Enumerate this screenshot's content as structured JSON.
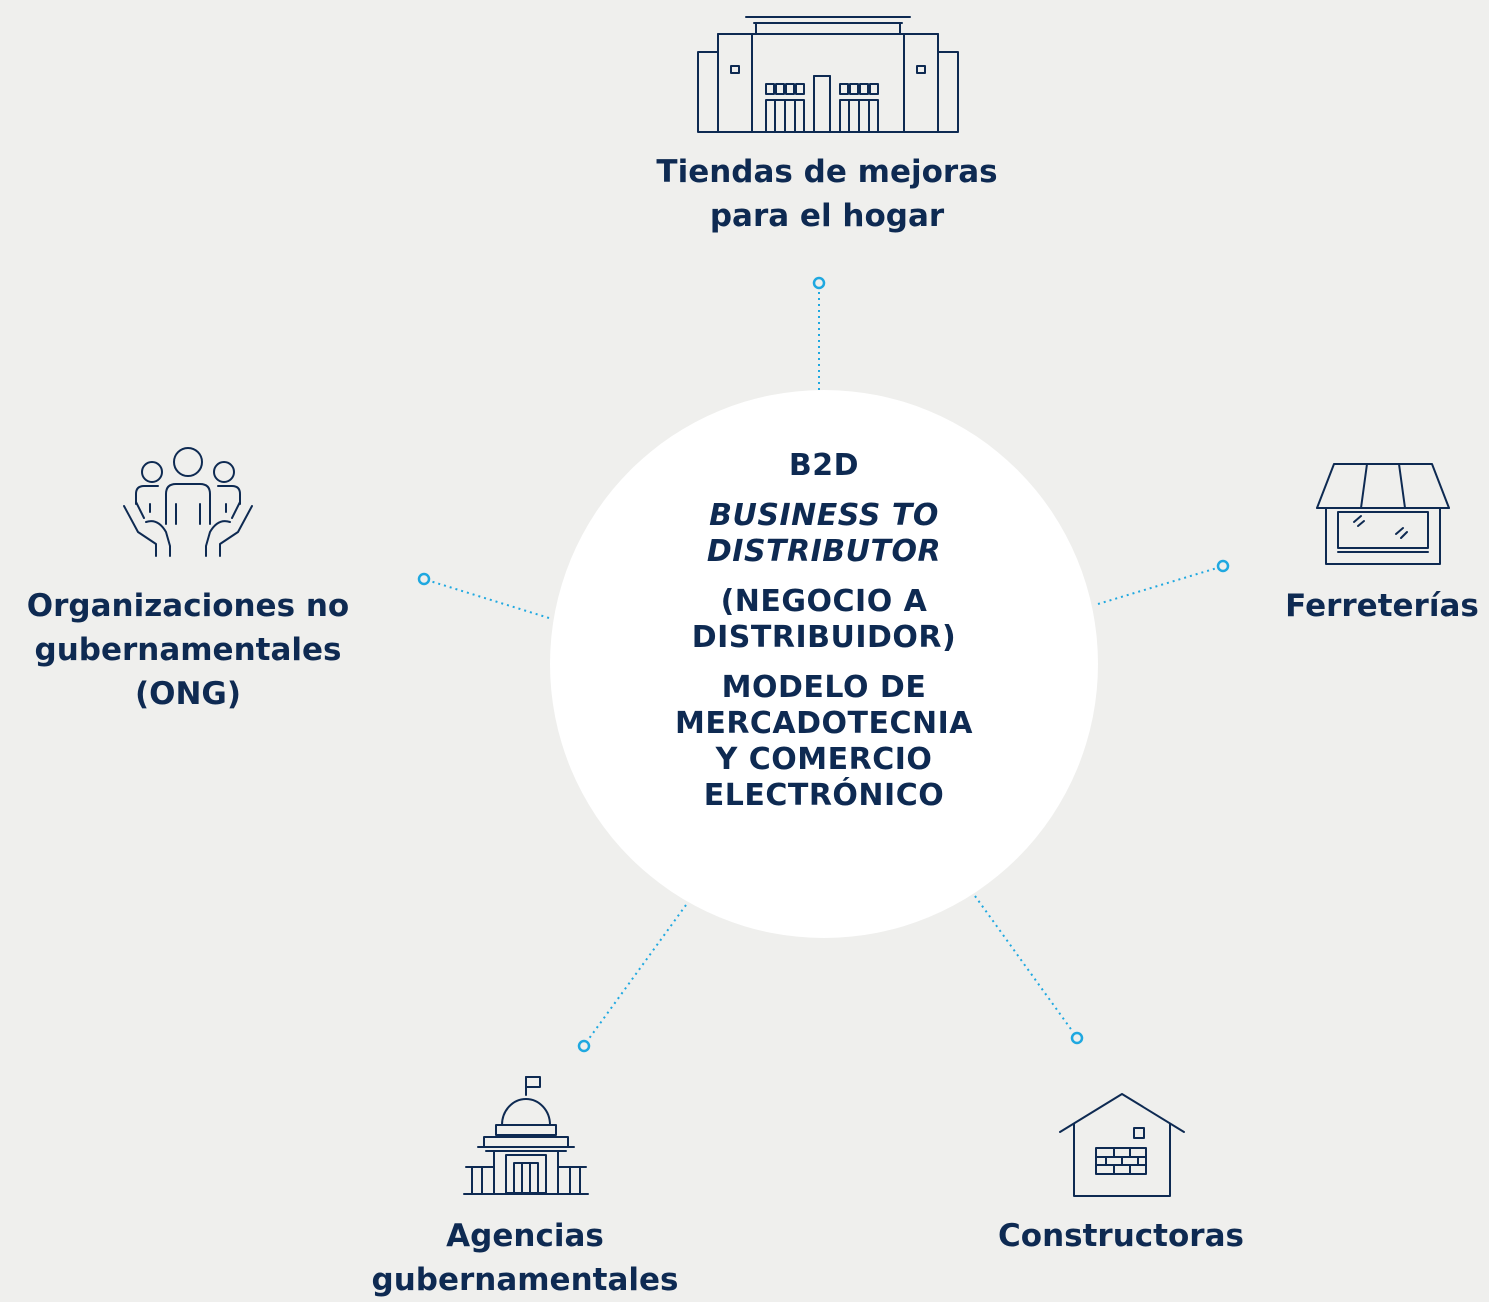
{
  "hub": {
    "acronym": "B2D",
    "english_line1": "BUSINESS TO",
    "english_line2": "DISTRIBUTOR",
    "spanish_line1": "(NEGOCIO A",
    "spanish_line2": "DISTRIBUIDOR)",
    "model_line1": "MODELO DE",
    "model_line2": "MERCADOTECNIA",
    "model_line3": "Y COMERCIO",
    "model_line4": "ELECTRÓNICO"
  },
  "nodes": {
    "home_improvement": {
      "label_line1": "Tiendas de mejoras",
      "label_line2": "para el hogar",
      "icon": "store-building-icon"
    },
    "hardware": {
      "label_line1": "Ferreterías",
      "icon": "shopfront-icon"
    },
    "builders": {
      "label_line1": "Constructoras",
      "icon": "house-bricks-icon"
    },
    "government": {
      "label_line1": "Agencias",
      "label_line2": "gubernamentales",
      "icon": "capitol-building-icon"
    },
    "ngo": {
      "label_line1": "Organizaciones no",
      "label_line2": "gubernamentales",
      "label_line3": "(ONG)",
      "icon": "people-in-hands-icon"
    }
  },
  "colors": {
    "background": "#efefed",
    "hub": "#ffffff",
    "text": "#0e2a52",
    "connector": "#1fa8e0"
  }
}
